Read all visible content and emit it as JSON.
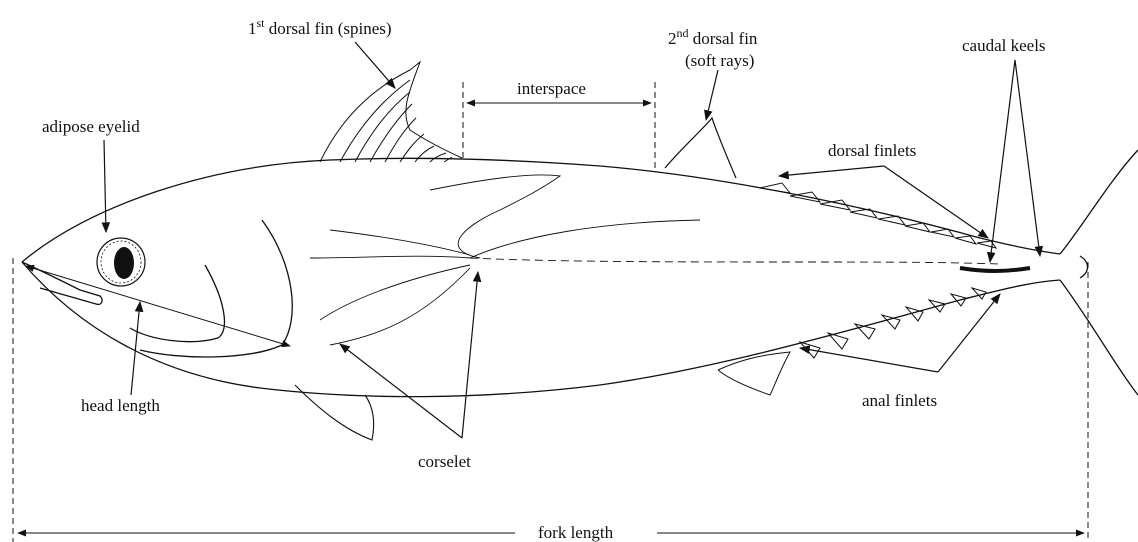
{
  "labels": {
    "first_dorsal_prefix": "1",
    "first_dorsal_sup": "st",
    "first_dorsal_rest": " dorsal fin (spines)",
    "second_dorsal_prefix": "2",
    "second_dorsal_sup": "nd",
    "second_dorsal_rest": " dorsal fin",
    "second_dorsal_line2": "(soft rays)",
    "interspace": "interspace",
    "caudal_keels": "caudal keels",
    "adipose_eyelid": "adipose eyelid",
    "dorsal_finlets": "dorsal finlets",
    "head_length": "head length",
    "corselet": "corselet",
    "anal_finlets": "anal finlets",
    "fork_length": "fork length"
  },
  "colors": {
    "ink": "#111111",
    "background": "#ffffff"
  }
}
